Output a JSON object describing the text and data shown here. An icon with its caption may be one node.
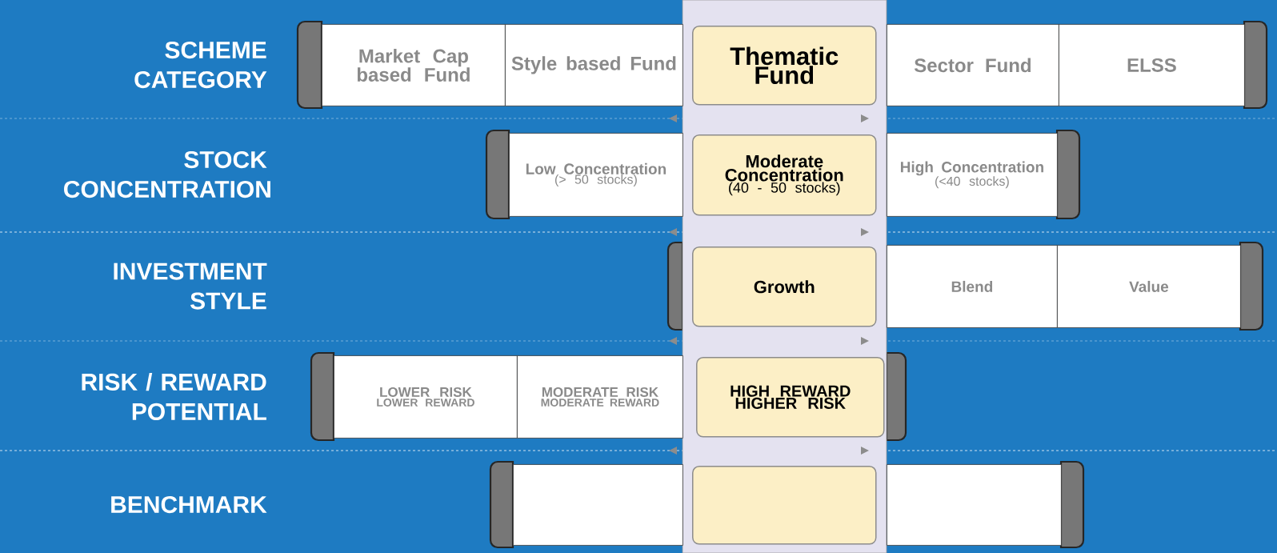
{
  "diagram": {
    "nodes": [
      {
        "text": [
          "Market Cap based Fund"
        ]
      },
      {
        "text": [
          "Style based Fund"
        ]
      },
      {
        "text": [
          "Thematic Fund"
        ]
      },
      {
        "text": [
          "Sector Fund"
        ]
      },
      {
        "text": [
          "ELSS"
        ]
      },
      {
        "text": [
          "Low Concentration",
          "(> 50 stocks)"
        ]
      },
      {
        "text": [
          "Moderate Concentration",
          "(40 - 50 stocks)"
        ]
      },
      {
        "text": [
          "High Concentration",
          "(<40 stocks)"
        ]
      },
      {
        "text": [
          "Growth"
        ]
      },
      {
        "text": [
          "Blend"
        ]
      },
      {
        "text": [
          "Value"
        ]
      },
      {
        "text": [
          "LOWER RISK",
          "LOWER REWARD"
        ]
      },
      {
        "text": [
          "MODERATE RISK",
          "MODERATE REWARD"
        ]
      },
      {
        "text": [
          "HIGH REWARD HIGHER RISK"
        ]
      },
      {
        "text": [],
        "shape": "box"
      },
      {
        "text": [],
        "shape": "box"
      },
      {
        "text": [],
        "shape": "box"
      }
    ],
    "labels": [
      "SCHEME CATEGORY",
      "STOCK CONCENTRATION",
      "INVESTMENT STYLE",
      "RISK / REWARD POTENTIAL",
      "BENCHMARK"
    ]
  }
}
